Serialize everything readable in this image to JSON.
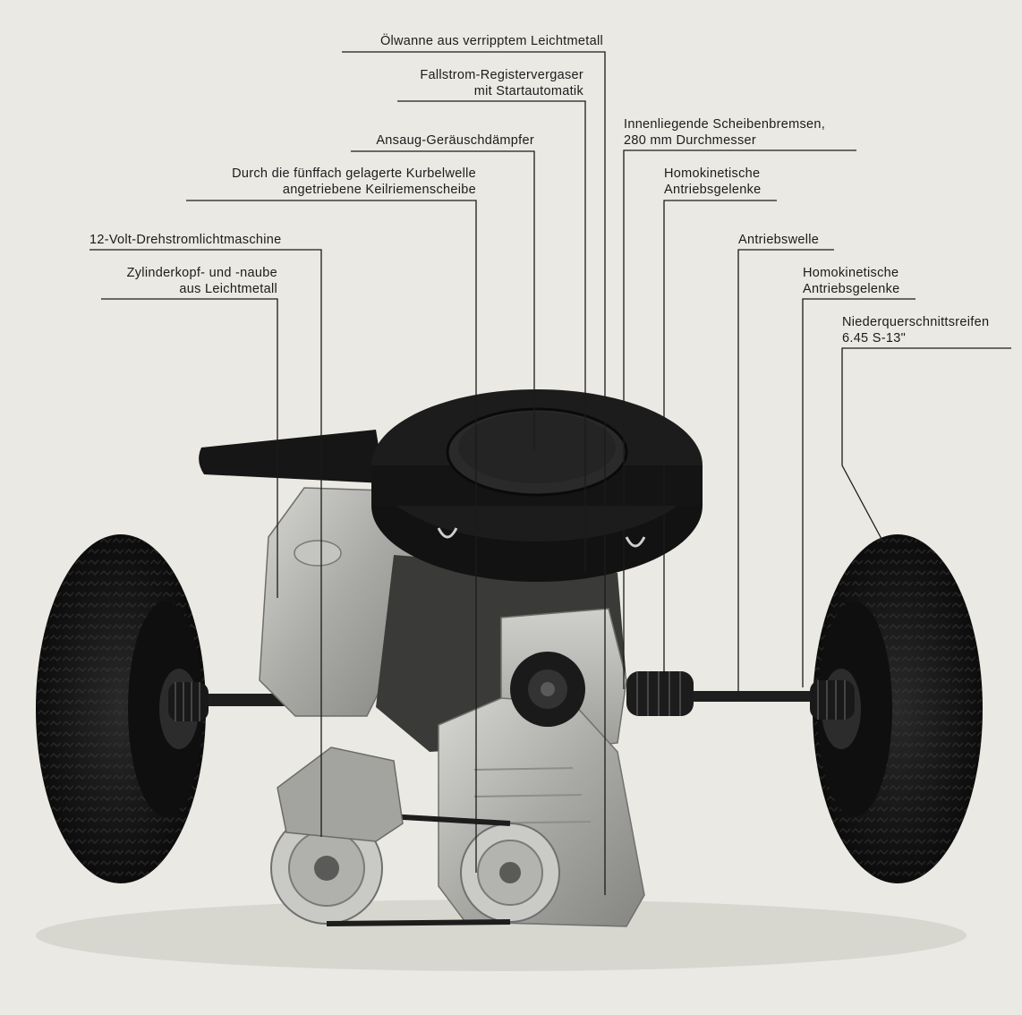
{
  "labels": {
    "oelwanne": "Ölwanne aus verripptem Leichtmetall",
    "fallstrom_1": "Fallstrom-Registervergaser",
    "fallstrom_2": "mit Startautomatik",
    "ansaug": "Ansaug-Geräuschdämpfer",
    "kurbel_1": "Durch die fünffach gelagerte Kurbelwelle",
    "kurbel_2": "angetriebene Keilriemenscheibe",
    "drehstrom": "12-Volt-Drehstromlichtmaschine",
    "zylinder_1": "Zylinderkopf- und -naube",
    "zylinder_2": "aus Leichtmetall",
    "scheiben_1": "Innenliegende Scheibenbremsen,",
    "scheiben_2": "280 mm Durchmesser",
    "homo1_1": "Homokinetische",
    "homo1_2": "Antriebsgelenke",
    "antriebswelle": "Antriebswelle",
    "homo2_1": "Homokinetische",
    "homo2_2": "Antriebsgelenke",
    "reifen_1": "Niederquerschnittsreifen",
    "reifen_2": "6.45 S-13\""
  },
  "colors": {
    "background": "#eae9e3",
    "leader_line": "#1b1b1b",
    "tire": "#1a1a1a",
    "aluminium": "#b9b9b5",
    "air_filter": "#141414"
  }
}
